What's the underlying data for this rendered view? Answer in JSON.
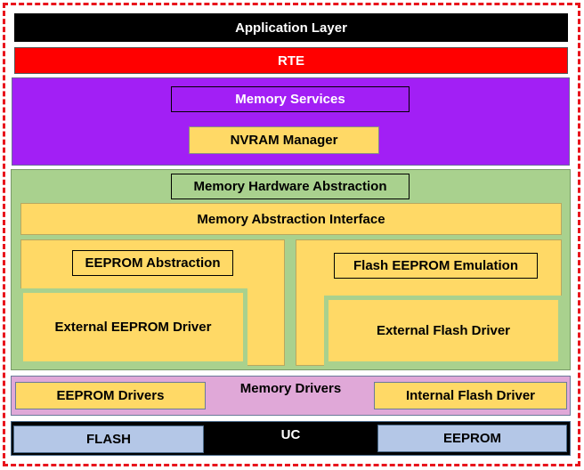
{
  "colors": {
    "border": "#e8141c",
    "application": "#000000",
    "rte": "#ff0000",
    "services": "#a21ff5",
    "hw_abstraction": "#a9d18e",
    "component": "#ffd966",
    "drivers": "#e0a8d8",
    "uc": "#000000",
    "memory": "#b4c7e7"
  },
  "layers": {
    "application": "Application Layer",
    "rte": "RTE",
    "services": {
      "title": "Memory Services",
      "nvram": "NVRAM Manager"
    },
    "hw_abstraction": {
      "title": "Memory Hardware Abstraction",
      "interface": "Memory Abstraction Interface",
      "eeprom_abstraction": "EEPROM Abstraction",
      "external_eeprom_driver": "External EEPROM Driver",
      "flash_eeprom_emulation": "Flash EEPROM Emulation",
      "external_flash_driver": "External Flash Driver"
    },
    "drivers": {
      "title": "Memory Drivers",
      "eeprom_drivers": "EEPROM Drivers",
      "internal_flash_driver": "Internal Flash Driver"
    },
    "uc": {
      "title": "UC",
      "flash": "FLASH",
      "eeprom": "EEPROM"
    }
  }
}
